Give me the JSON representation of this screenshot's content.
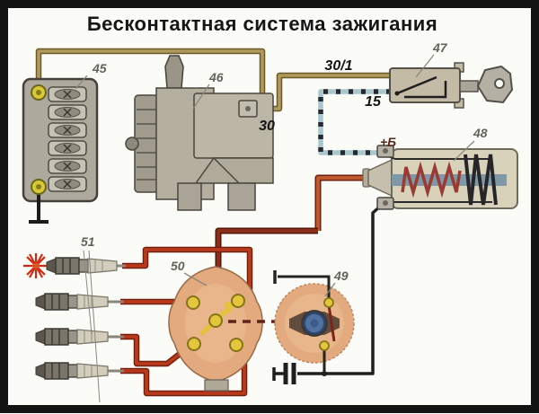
{
  "title": "Бесконтактная система зажигания",
  "labels": {
    "fuse_box": "45",
    "generator": "46",
    "ignition_switch": "47",
    "ignition_coil": "48",
    "sensor": "49",
    "distributor": "50",
    "spark_plugs": "51"
  },
  "terminals": {
    "t30_1": "30/1",
    "t15": "15",
    "t30": "30",
    "t_plus_b": "+Б"
  },
  "colors": {
    "frame": "#131313",
    "background": "#fbfbf8",
    "wire_power_tan": "#b09a5c",
    "wire_high_voltage_orange": "#c05a2e",
    "wire_high_voltage_dark": "#8c2f1a",
    "wire_spark_red": "#b8391c",
    "wire_blue_stripe": "#a9c6cd",
    "wire_black": "#1f1f1f",
    "component_gray": "#b5afa0",
    "distributor_salmon": "#e2aa7e",
    "coil_body": "#d9d2bb",
    "coil_core_blue": "#7e98a8",
    "coil_primary_winding": "#9a3a30",
    "terminal_yellow": "#e4c63c",
    "spark_flash": "#cc2d12"
  }
}
